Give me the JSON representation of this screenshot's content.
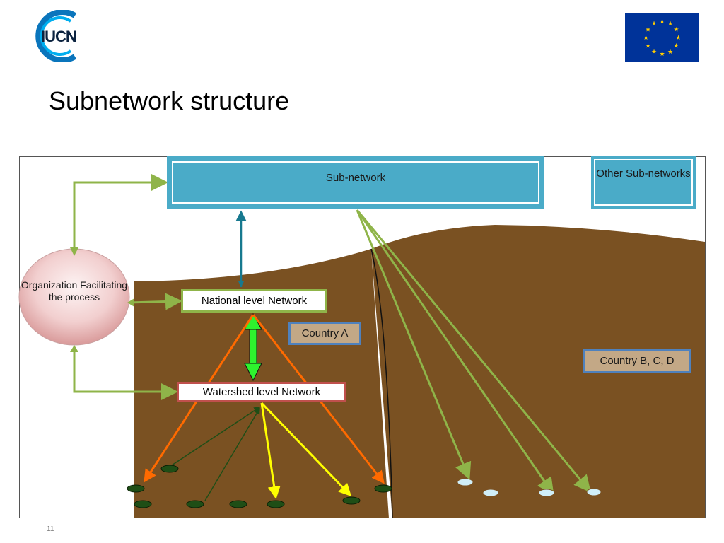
{
  "header": {
    "logo_text": "IUCN",
    "title": "Subnetwork structure"
  },
  "diagram": {
    "subnetwork_label": "Sub-network",
    "other_subnetworks_label": "Other Sub-networks",
    "organization_label": "Organization Facilitating the process",
    "national_network_label": "National level Network",
    "watershed_network_label": "Watershed level Network",
    "country_a_label": "Country A",
    "country_bcd_label": "Country B, C, D"
  },
  "footer": {
    "page_number": "11"
  },
  "colors": {
    "land": "#7a5122",
    "subnetwork": "#4aabc8",
    "green_arrow": "#8fb449",
    "orange_arrow": "#ff6a00",
    "yellow_arrow": "#ffff00",
    "teal_arrow": "#17798f",
    "bright_green": "#2ef22e",
    "node_dark": "#1f4e16",
    "node_light": "#d0eef8"
  }
}
